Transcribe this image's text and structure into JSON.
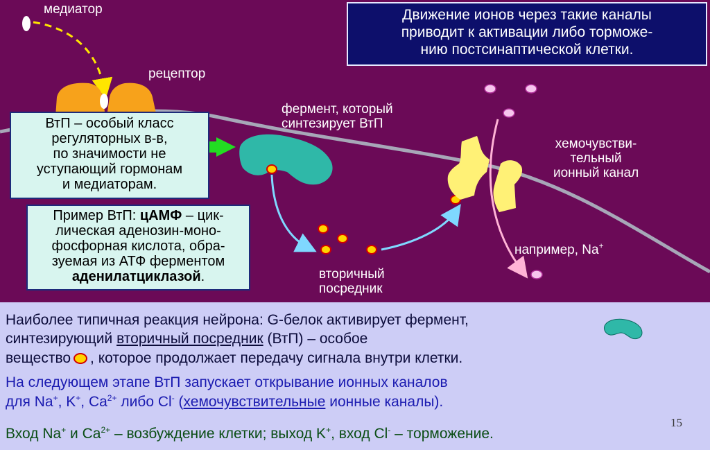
{
  "labels": {
    "mediator": "медиатор",
    "receptor": "рецептор",
    "enzyme": [
      "фермент, который",
      "синтезирует ВтП"
    ],
    "second_messenger": [
      "вторичный",
      "посредник"
    ],
    "channel": [
      "хемочувстви-",
      "тельный",
      "ионный канал"
    ],
    "example_na_prefix": "например, Na",
    "example_na_sup": "+"
  },
  "info_box": [
    "Движение ионов через такие каналы",
    "приводит к активации либо торможе-",
    "нию постсинаптической клетки."
  ],
  "vtp_box": [
    "ВтП – особый класс",
    "регуляторных в-в,",
    "по значимости не",
    "уступающий гормонам",
    "и медиаторам."
  ],
  "example_box": {
    "l1_prefix": "Пример ВтП: ",
    "l1_bold": "цАМФ",
    "l1_suffix": " – цик-",
    "l2": "лическая аденозин-моно-",
    "l3": "фосфорная кислота, обра-",
    "l4": "зуемая из АТФ ферментом",
    "l5_bold": "аденилатциклазой",
    "l5_suffix": "."
  },
  "bottom": {
    "p1_l1": "Наиболее типичная реакция нейрона: G-белок активирует фермент,",
    "p1_l2_a": "синтезирующий ",
    "p1_l2_u": "вторичный посредник",
    "p1_l2_b": " (ВтП) – особое",
    "p1_l3_a": "вещество",
    "p1_l3_b": ", которое продолжает передачу сигнала внутри клетки.",
    "p2_l1": "На следующем этапе ВтП запускает открывание ионных каналов",
    "p2_l2_a": "для Na",
    "p2_l2_sup1": "+",
    "p2_l2_b": ", K",
    "p2_l2_sup2": "+",
    "p2_l2_c": ", Ca",
    "p2_l2_sup3": "2+",
    "p2_l2_d": " либо Cl",
    "p2_l2_sup4": "-",
    "p2_l2_e": " (",
    "p2_l2_u": "хемочувствительные",
    "p2_l2_f": " ионные каналы).",
    "p3_a": "Вход Na",
    "p3_sup1": "+",
    "p3_b": " и Ca",
    "p3_sup2": "2+",
    "p3_c": " – возбуждение клетки; выход K",
    "p3_sup3": "+",
    "p3_d": ", вход Cl",
    "p3_sup4": "-",
    "p3_e": " – торможение."
  },
  "slide_number": "15",
  "colors": {
    "background": "#6b0a57",
    "info_box": "#0d0f6b",
    "note_box": "#d8f5ef",
    "bottom_panel": "#cdcdf6",
    "receptor": "#f7a21b",
    "enzyme": "#2fb8a8",
    "channel": "#fff176",
    "messenger_fill": "#ffd400",
    "messenger_outline": "#d10000",
    "ion": "#f7c6ee",
    "mediator_path": "#ffe600",
    "arrow_cyan": "#7fd8ff",
    "arrow_pink": "#ffb3d6",
    "green_arrow": "#22dd22"
  }
}
